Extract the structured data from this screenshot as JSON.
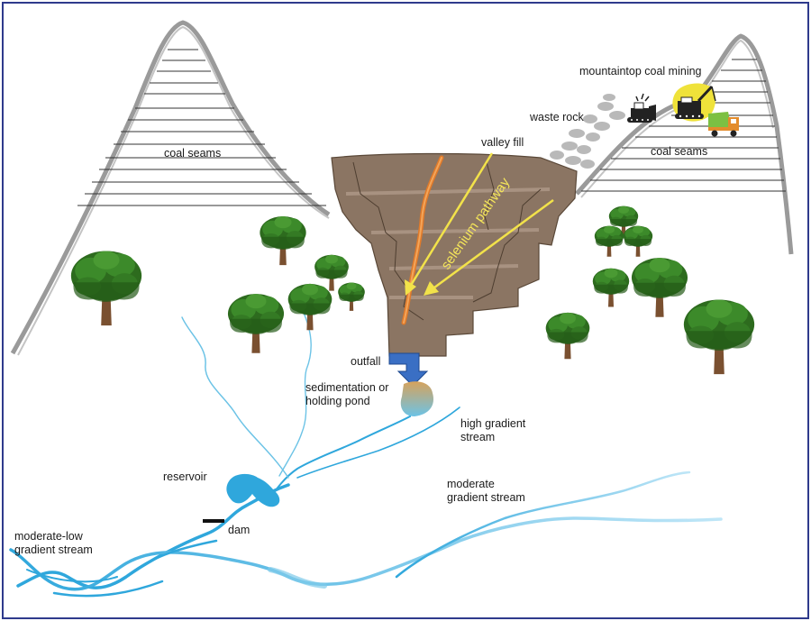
{
  "labels": {
    "mountaintop": "mountaintop coal mining",
    "waste_rock": "waste rock",
    "valley_fill": "valley fill",
    "coal_seams_left": "coal seams",
    "coal_seams_right": "coal seams",
    "selenium_pathway": "selenium pathway",
    "outfall": "outfall",
    "pond_line1": "sedimentation or",
    "pond_line2": "holding pond",
    "high_gradient_line1": "high gradient",
    "high_gradient_line2": "stream",
    "reservoir": "reservoir",
    "dam": "dam",
    "moderate_gradient_line1": "moderate",
    "moderate_gradient_line2": "gradient stream",
    "modlow_line1": "moderate-low",
    "modlow_line2": "gradient stream"
  },
  "colors": {
    "frame": "#2e3a8c",
    "mountain_outline": "#9a9a9a",
    "valley_fill": "#8b7563",
    "selenium_arrow": "#f2e24a",
    "orange_seep": "#e07a2a",
    "water": "#2fa7dc",
    "outfall_arrow": "#3a6fc4",
    "tree_canopy": "#2d6b1e",
    "tree_trunk": "#7a5030"
  }
}
